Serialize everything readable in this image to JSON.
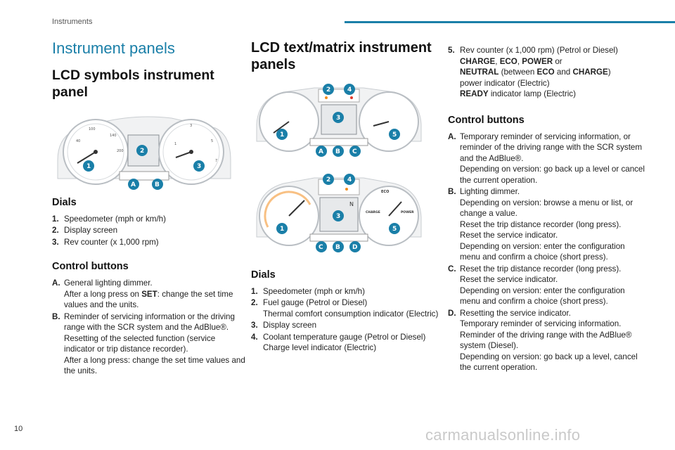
{
  "header": {
    "section": "Instruments"
  },
  "footer": {
    "page_number": "10",
    "watermark": "carmanualsonline.info"
  },
  "col1": {
    "title": "Instrument panels",
    "lcd_symbols": {
      "heading": "LCD symbols instrument panel",
      "figure": {
        "markers": [
          "1",
          "2",
          "3",
          "A",
          "B"
        ]
      },
      "dials_heading": "Dials",
      "dials": [
        {
          "marker": "1.",
          "text": "Speedometer (mph or km/h)"
        },
        {
          "marker": "2.",
          "text": "Display screen"
        },
        {
          "marker": "3.",
          "text": "Rev counter (x 1,000 rpm)"
        }
      ],
      "controls_heading": "Control buttons",
      "controls": [
        {
          "marker": "A.",
          "pre": "General lighting dimmer.",
          "line2_pre": "After a long press on ",
          "line2_bold": "SET",
          "line2_post": ": change the set time values and the units."
        },
        {
          "marker": "B.",
          "lines": [
            "Reminder of servicing information or the driving range with the SCR system and the AdBlue®.",
            "Resetting of the selected function (service indicator or trip distance recorder).",
            "After a long press: change the set time values and the units."
          ]
        }
      ]
    }
  },
  "col2": {
    "heading": "LCD text/matrix instrument panels",
    "figure1": {
      "markers": [
        "1",
        "2",
        "3",
        "4",
        "5",
        "A",
        "B",
        "C"
      ]
    },
    "figure2": {
      "markers": [
        "1",
        "2",
        "3",
        "4",
        "5",
        "C",
        "B",
        "D"
      ],
      "eco_label": "ECO",
      "charge_label": "CHARGE",
      "power_label": "POWER",
      "gear": "N"
    },
    "dials_heading": "Dials",
    "dials": [
      {
        "marker": "1.",
        "lines": [
          "Speedometer (mph or km/h)"
        ]
      },
      {
        "marker": "2.",
        "lines": [
          "Fuel gauge (Petrol or Diesel)",
          "Thermal comfort consumption indicator (Electric)"
        ]
      },
      {
        "marker": "3.",
        "lines": [
          "Display screen"
        ]
      },
      {
        "marker": "4.",
        "lines": [
          "Coolant temperature gauge (Petrol or Diesel)",
          "Charge level indicator (Electric)"
        ]
      }
    ]
  },
  "col3": {
    "item5": {
      "marker": "5.",
      "line1": "Rev counter (x 1,000 rpm) (Petrol or Diesel)",
      "b1": "CHARGE",
      "s1": ", ",
      "b2": "ECO",
      "s2": ", ",
      "b3": "POWER",
      "s3": " or",
      "b4": "NEUTRAL",
      "s4": " (between ",
      "b5": "ECO",
      "s5": " and ",
      "b6": "CHARGE",
      "s6": ")",
      "line4": "power indicator (Electric)",
      "b7": "READY",
      "s7": " indicator lamp (Electric)"
    },
    "controls_heading": "Control buttons",
    "controls": [
      {
        "marker": "A.",
        "lines": [
          "Temporary reminder of servicing information, or reminder of the driving range with the SCR system and the AdBlue®.",
          "Depending on version: go back up a level or cancel the current operation."
        ]
      },
      {
        "marker": "B.",
        "lines": [
          "Lighting dimmer.",
          "Depending on version: browse a menu or list, or change a value.",
          "Reset the trip distance recorder (long press).",
          "Reset the service indicator.",
          "Depending on version: enter the configuration menu and confirm a choice (short press)."
        ]
      },
      {
        "marker": "C.",
        "lines": [
          "Reset the trip distance recorder (long press).",
          "Reset the service indicator.",
          "Depending on version: enter the configuration menu and confirm a choice (short press)."
        ]
      },
      {
        "marker": "D.",
        "lines": [
          "Resetting the service indicator.",
          "Temporary reminder of servicing information.",
          "Reminder of the driving range with the AdBlue® system (Diesel).",
          "Depending on version: go back up a level, cancel the current operation."
        ]
      }
    ]
  },
  "colors": {
    "accent": "#1a7fa8",
    "badge": "#1a7fa8",
    "orange": "#f28c1e",
    "red": "#e03b2b"
  }
}
